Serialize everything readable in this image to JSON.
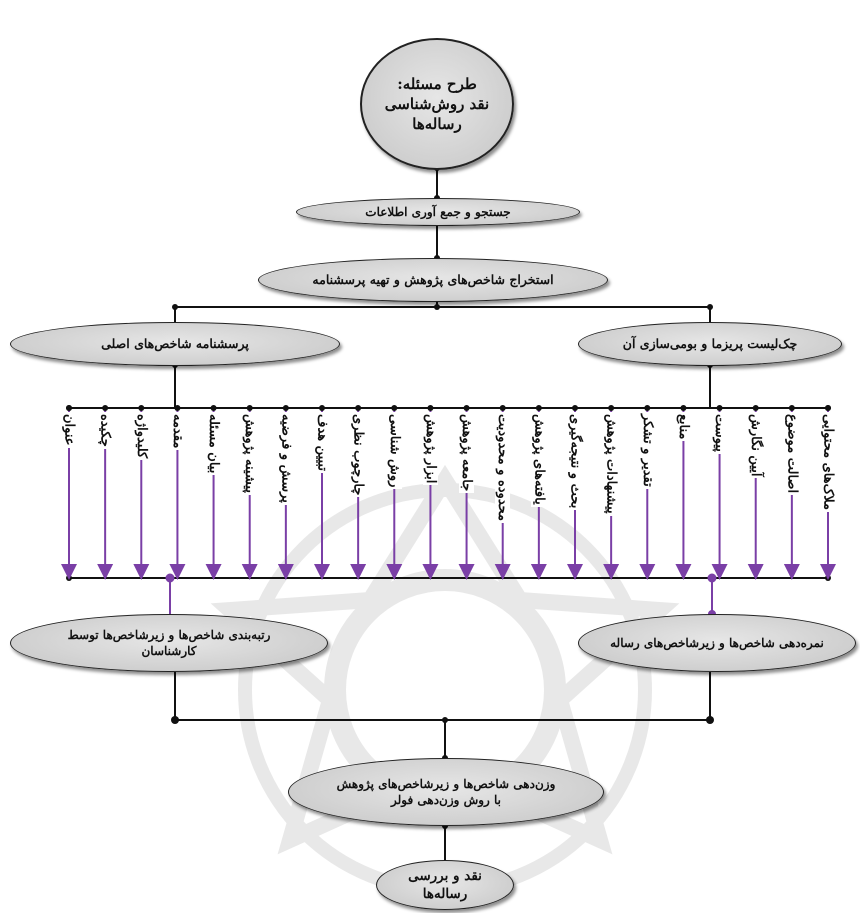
{
  "diagram": {
    "start_node": "طرح مسئله:\nنقد روش‌شناسی\nرساله‌ها",
    "search_node": "جستجو و جمع آوری اطلاعات",
    "extract_node": "استخراج شاخص‌های پژوهش و تهیه پرسشنامه",
    "questionnaire_node": "پرسشنامه شاخص‌های اصلی",
    "checklist_node": "چک‌لیست پریزما و بومی‌سازی آن",
    "indicators": [
      "عنوان",
      "چکیده",
      "کلیدواژه",
      "مقدمه",
      "بیان مسئله",
      "پیشینه پژوهش",
      "پرسش و فرضیه",
      "تبیین هدف",
      "چارچوب نظری",
      "روش شناسی",
      "ابزار پژوهش",
      "جامعه پژوهش",
      "محدوده و محدودیت",
      "یافته‌های پژوهش",
      "بحث و نتیجه‌گیری",
      "پیشنهادات پژوهش",
      "تقدیر و تشکر",
      "منابع",
      "پیوست",
      "آیین نگارش",
      "اصالت موضوع",
      "ملاک‌های محتوایی"
    ],
    "ranking_node": "رتبه‌بندی شاخص‌ها و زیرشاخص‌ها توسط\nکارشناسان",
    "scoring_node": "نمره‌دهی شاخص‌ها و زیرشاخص‌های رساله",
    "weighting_node": "وزن‌دهی شاخص‌ها و زیرشاخص‌های پژوهش\nبا روش وزن‌دهی فولر",
    "final_node": "نقد و بررسی\nرساله‌ها",
    "colors": {
      "line": "#111111",
      "purple": "#7a3fa6",
      "node_fill": "#d4d4d4",
      "watermark": "#bdbdbd"
    }
  }
}
